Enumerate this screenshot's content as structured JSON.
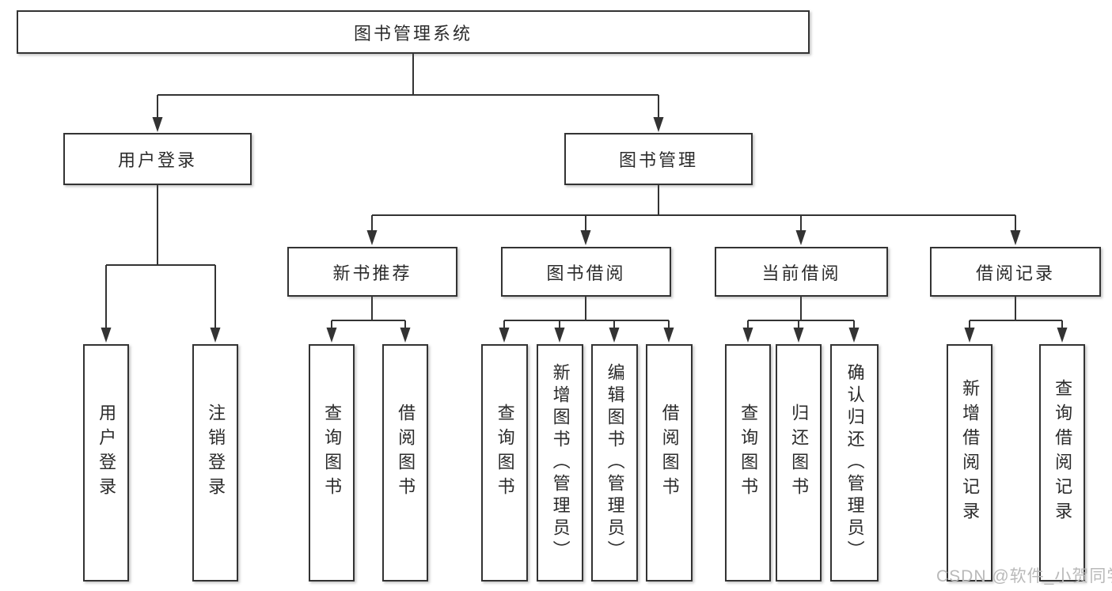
{
  "tree": {
    "label": "图书管理系统",
    "children": [
      {
        "label": "用户登录",
        "children": [
          {
            "label": "用户登录"
          },
          {
            "label": "注销登录"
          }
        ]
      },
      {
        "label": "图书管理",
        "children": [
          {
            "label": "新书推荐",
            "children": [
              {
                "label": "查询图书"
              },
              {
                "label": "借阅图书"
              }
            ]
          },
          {
            "label": "图书借阅",
            "children": [
              {
                "label": "查询图书"
              },
              {
                "label": "新增图书（管理员）"
              },
              {
                "label": "编辑图书（管理员）"
              },
              {
                "label": "借阅图书"
              }
            ]
          },
          {
            "label": "当前借阅",
            "children": [
              {
                "label": "查询图书"
              },
              {
                "label": "归还图书"
              },
              {
                "label": "确认归还（管理员）"
              }
            ]
          },
          {
            "label": "借阅记录",
            "children": [
              {
                "label": "新增借阅记录"
              },
              {
                "label": "查询借阅记录"
              }
            ]
          }
        ]
      }
    ]
  },
  "watermark": {
    "text": "CSDN @软件_小贺同学"
  },
  "colors": {
    "background": "#ffffff",
    "line": "#333333",
    "text": "#2b2b2b",
    "watermark": "#b9b9b9"
  }
}
